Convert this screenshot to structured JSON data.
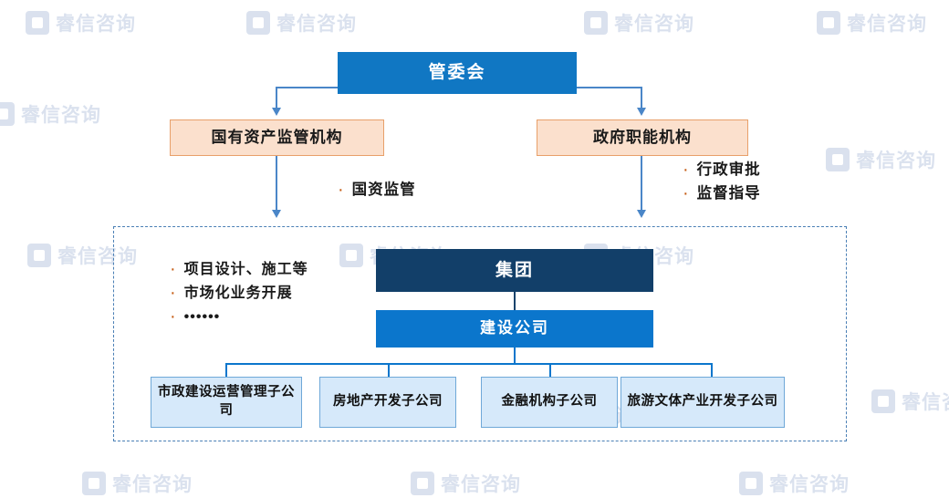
{
  "diagram": {
    "title_box": {
      "label": "管委会"
    },
    "level2": [
      {
        "label": "国有资产监管机构"
      },
      {
        "label": "政府职能机构"
      }
    ],
    "annotations": {
      "left": [
        "国资监管"
      ],
      "right": [
        "行政审批",
        "监督指导"
      ],
      "inner": [
        "项目设计、施工等",
        "市场化业务开展",
        "••••••"
      ]
    },
    "group_box": {
      "label": "集团"
    },
    "construction_box": {
      "label": "建设公司"
    },
    "subsidiaries": [
      {
        "label": "市政建设运营管理子公司"
      },
      {
        "label": "房地产开发子公司"
      },
      {
        "label": "金融机构子公司"
      },
      {
        "label": "旅游文体产业开发子公司"
      }
    ]
  },
  "watermark": {
    "text": "睿信咨询"
  },
  "colors": {
    "header_blue": "#1077c3",
    "peach": "#fbe0cd",
    "peach_border": "#e8a06a",
    "group_navy": "#123f69",
    "construction_blue": "#0b76cc",
    "sub_light": "#d6e9fa",
    "sub_border": "#6fa8d8",
    "connector": "#4a86c8",
    "bullet": "#c55a11",
    "dashed": "#4a7fb5"
  }
}
